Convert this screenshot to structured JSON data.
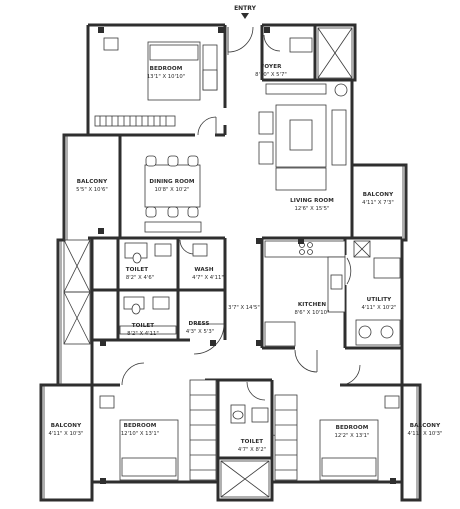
{
  "entry": "ENTRY",
  "rooms": [
    {
      "name": "BEDROOM",
      "dims": "13'1\" X 10'10\""
    },
    {
      "name": "FOYER",
      "dims": "8'10\" X 5'7\""
    },
    {
      "name": "BALCONY",
      "dims": "5'5\" X 10'6\""
    },
    {
      "name": "DINING ROOM",
      "dims": "10'8\" X 10'2\""
    },
    {
      "name": "LIVING ROOM",
      "dims": "12'6\" X 15'5\""
    },
    {
      "name": "BALCONY",
      "dims": "4'11\" X 7'3\""
    },
    {
      "name": "TOILET",
      "dims": "8'2\" X 4'6\""
    },
    {
      "name": "WASH",
      "dims": "4'7\" X 4'11\""
    },
    {
      "name": "KITCHEN",
      "dims": "8'6\" X 10'10\""
    },
    {
      "name": "UTILITY",
      "dims": "4'11\" X 10'2\""
    },
    {
      "name": "TOILET",
      "dims": "8'2\" X 4'11\""
    },
    {
      "name": "DRESS",
      "dims": "4'3\" X 5'3\""
    },
    {
      "name": "BALCONY",
      "dims": "4'11\" X 10'3\""
    },
    {
      "name": "BEDROOM",
      "dims": "12'10\" X 13'1\""
    },
    {
      "name": "TOILET",
      "dims": "4'7\" X 8'2\""
    },
    {
      "name": "BEDROOM",
      "dims": "12'2\" X 13'1\""
    },
    {
      "name": "BALCONY",
      "dims": "4'11\" X 10'3\""
    }
  ],
  "passage_dims": "3'7\" X 14'5\""
}
